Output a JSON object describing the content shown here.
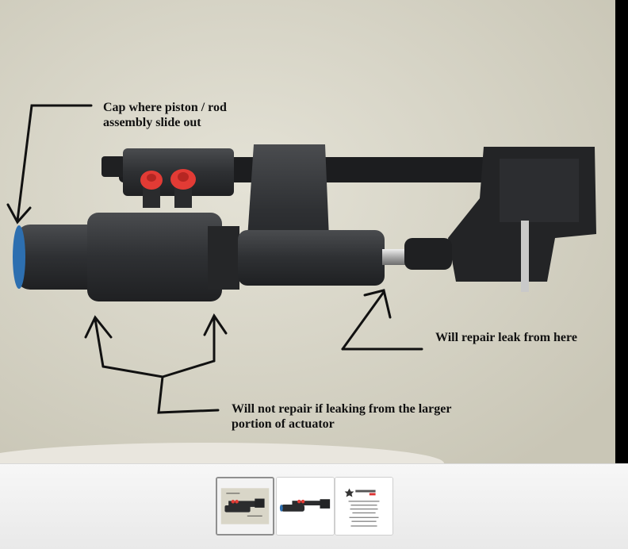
{
  "annotations": {
    "cap": [
      "Cap where piston / rod",
      "assembly slide out"
    ],
    "repair": "Will repair leak from here",
    "no_repair": [
      "Will not repair if leaking from the larger",
      "portion of actuator"
    ]
  },
  "thumbnails": {
    "count": 3,
    "selected_index": 0,
    "items": [
      {
        "name": "thumb-annotated-photo"
      },
      {
        "name": "thumb-product-photo"
      },
      {
        "name": "thumb-info-sheet"
      }
    ]
  },
  "colors": {
    "background": "#d8d5c6",
    "actuator": "#2f3133",
    "red_fittings": "#e23b35",
    "blue_cap": "#2d6fb0"
  }
}
